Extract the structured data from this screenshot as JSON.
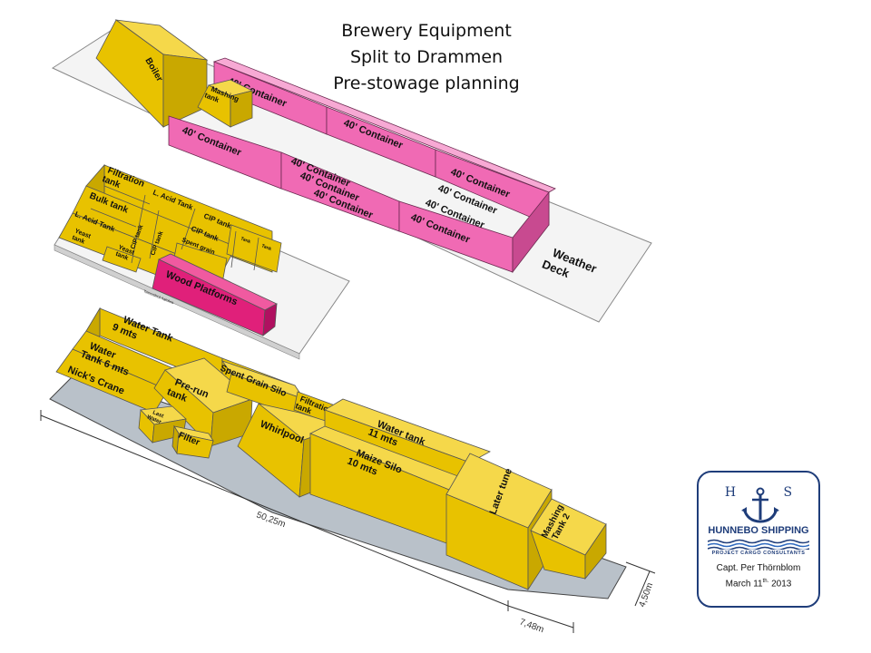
{
  "title": {
    "line1": "Brewery Equipment",
    "line2": "Split to Drammen",
    "line3": "Pre-stowage planning"
  },
  "colors": {
    "yellow": "#e8c200",
    "pink": "#f06ab4",
    "magenta": "#e0207a",
    "deck": "#f4f4f4",
    "hull": "#b9c1c9",
    "logo_blue": "#1f3d7a"
  },
  "upper_deck": {
    "label": "Weather Deck",
    "items": {
      "boiler": "Boiler",
      "mashing_tank": "Mashing tank",
      "c1": "40' Container",
      "c2": "40' Container",
      "c3": "40' Container",
      "c4": "40' Container",
      "c5": "40' Container",
      "c6": "40' Container",
      "c7": "40' Container",
      "c8": "40' Container",
      "c9": "40' Container",
      "c10": "40' Container"
    }
  },
  "middle_deck": {
    "label": "Tweendeck hatches",
    "items": {
      "filtration_tank": "Filtration tank",
      "bulk_tank": "Bulk tank",
      "acid_tank_1": "L. Acid Tank",
      "acid_tank_2": "L. Acid Tank",
      "yeast_tank_1": "Yeast tank",
      "yeast_tank_2": "Yeast tank",
      "cip_tank_1": "CIP tank",
      "cip_tank_2": "CIP tank",
      "cip_tank_3": "CIP tank",
      "cip_tank_4": "CIP tank",
      "spent_grain": "Spent grain",
      "small_1": "Tank",
      "small_2": "Tank",
      "wood_platforms": "Wood Platforms"
    }
  },
  "lower_hold": {
    "items": {
      "water_tank_9": "Water Tank 9 mts",
      "water_tank_6": "Water Tank 6 mts",
      "nicks_crane": "Nick's Crane",
      "pre_run_tank": "Pre-run tank",
      "spent_grain_silo": "Spent Grain Silo",
      "filtration_tank": "Filtration tank",
      "last_water": "Last Water",
      "filter": "Filter",
      "whirlpool": "Whirlpool",
      "water_tank_11": "Water tank 11 mts",
      "maize_silo": "Maize Silo 10 mts",
      "later_tune": "Later tune",
      "mashing_tank_2": "Mashing Tank 2"
    },
    "dimensions": {
      "length": "50,25m",
      "width": "7,48m",
      "height": "4,50m"
    }
  },
  "logo": {
    "initials": "H S",
    "company": "HUNNEBO SHIPPING",
    "tagline": "PROJECT CARGO CONSULTANTS",
    "captain": "Capt. Per Thörnblom",
    "date_main": "March 11",
    "date_sup": "th.",
    "year": " 2013"
  }
}
